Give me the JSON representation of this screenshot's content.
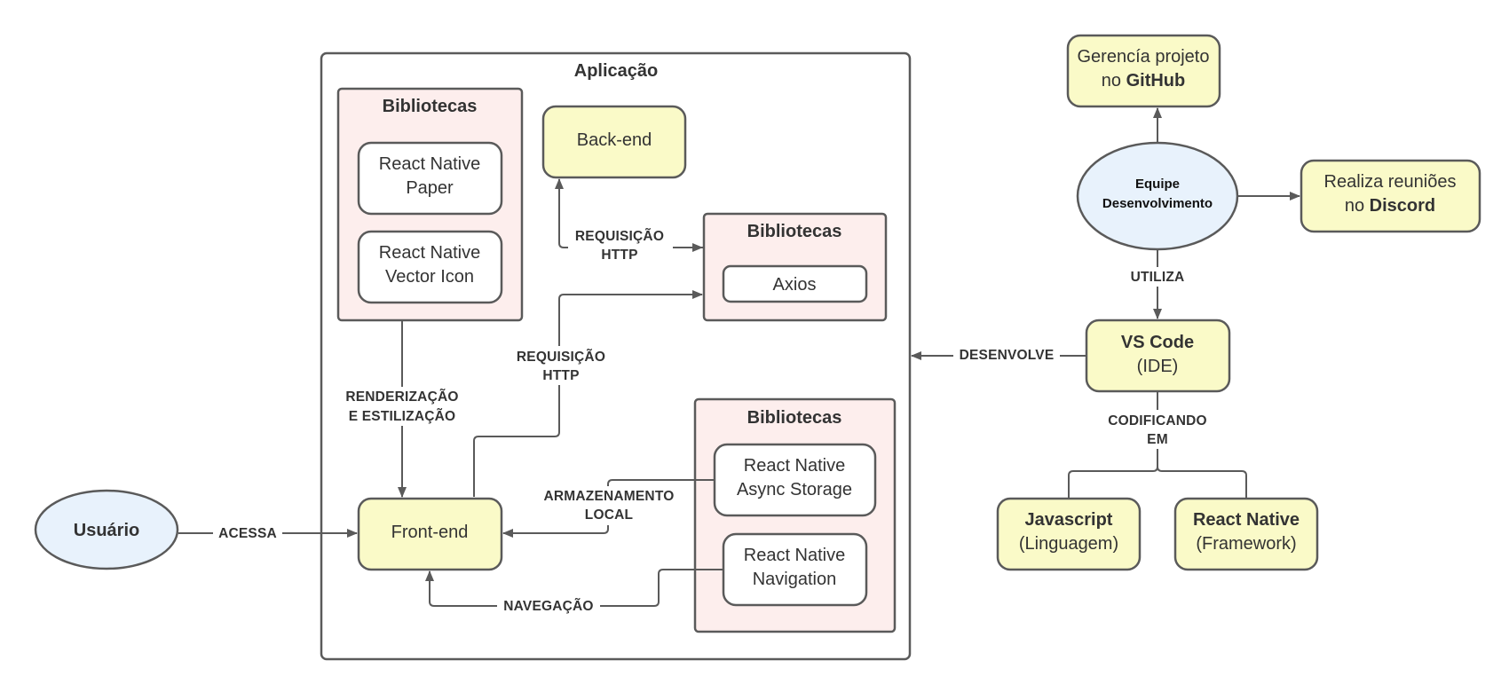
{
  "colors": {
    "stroke": "#5a5a5a",
    "yellow": "#fafac8",
    "pink": "#fdeeed",
    "blue": "#e8f2fc",
    "white": "#ffffff",
    "text": "#333333"
  },
  "aplicacao": {
    "title": "Aplicação"
  },
  "lib_top": {
    "title": "Bibliotecas",
    "items": [
      {
        "line1": "React Native",
        "line2": "Paper"
      },
      {
        "line1": "React Native",
        "line2": "Vector Icon"
      }
    ]
  },
  "backend": {
    "label": "Back-end"
  },
  "lib_axios": {
    "title": "Bibliotecas",
    "item": "Axios"
  },
  "lib_bottom": {
    "title": "Bibliotecas",
    "items": [
      {
        "line1": "React Native",
        "line2": "Async Storage"
      },
      {
        "line1": "React Native",
        "line2": "Navigation"
      }
    ]
  },
  "frontend": {
    "label": "Front-end"
  },
  "usuario": {
    "label": "Usuário"
  },
  "edges": {
    "requisicao_top": {
      "line1": "REQUISIÇÃO",
      "line2": "HTTP"
    },
    "requisicao_mid": {
      "line1": "REQUISIÇÃO",
      "line2": "HTTP"
    },
    "renderizacao": {
      "line1": "RENDERIZAÇÃO",
      "line2": "E ESTILIZAÇÃO"
    },
    "armazenamento": {
      "line1": "ARMAZENAMENTO",
      "line2": "LOCAL"
    },
    "navegacao": "NAVEGAÇÃO",
    "acessa": "ACESSA",
    "desenvolve": "DESENVOLVE",
    "utiliza": "UTILIZA",
    "codificando": {
      "line1": "CODIFICANDO",
      "line2": "EM"
    }
  },
  "github": {
    "line1": "Gerencía projeto",
    "line2_prefix": "no ",
    "line2_bold": "GitHub"
  },
  "equipe": {
    "line1": "Equipe",
    "line2": "Desenvolvimento"
  },
  "discord": {
    "line1": "Realiza reuniões",
    "line2_prefix": "no ",
    "line2_bold": "Discord"
  },
  "vscode": {
    "line1": "VS Code",
    "line2": "(IDE)"
  },
  "javascript": {
    "line1": "Javascript",
    "line2": "(Linguagem)"
  },
  "react_native": {
    "line1": "React Native",
    "line2": "(Framework)"
  }
}
